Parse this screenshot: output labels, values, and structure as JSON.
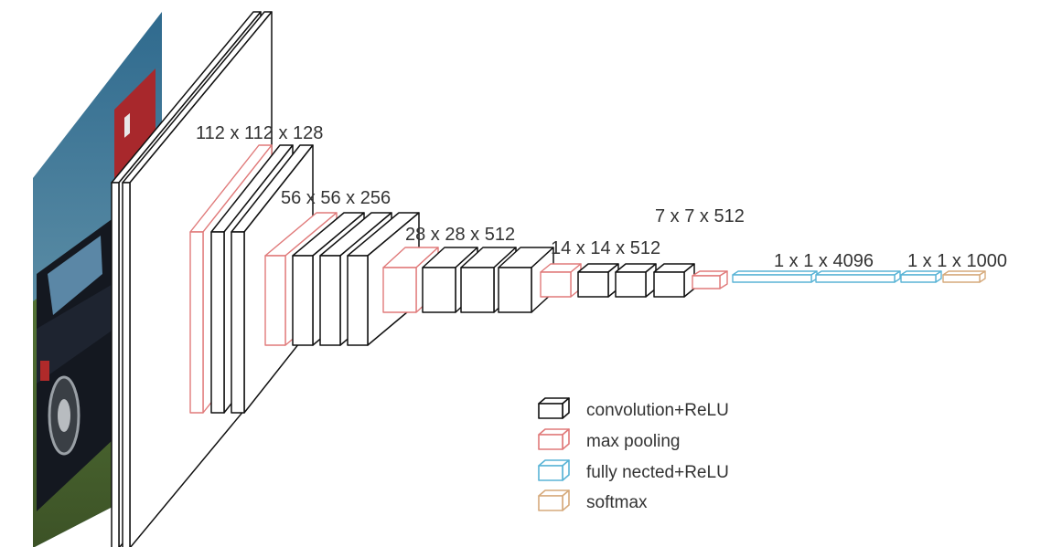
{
  "colors": {
    "conv": "#111111",
    "pool": "#e07a7a",
    "fc": "#5ab4d6",
    "softmax": "#d6aa7c",
    "text": "#333333"
  },
  "labels": {
    "l112": "112 x 112 x 128",
    "l56": "56 x 56 x 256",
    "l28": "28 x 28 x 512",
    "l14": "14 x 14 x 512",
    "l7": "7 x 7 x 512",
    "l4096": "1 x 1 x 4096",
    "l1000": "1 x 1 x 1000"
  },
  "legend": {
    "conv": "convolution+ReLU",
    "pool": "max pooling",
    "fc": "fully nected+ReLU",
    "softmax": "softmax"
  }
}
